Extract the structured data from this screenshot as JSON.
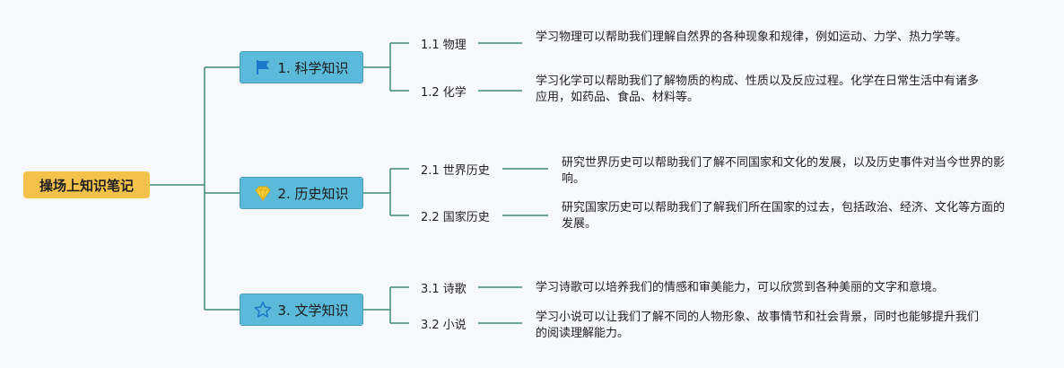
{
  "root": {
    "label": "操场上知识笔记"
  },
  "branches": [
    {
      "label": "1. 科学知识",
      "icon": "flag-icon",
      "items": [
        {
          "label": "1.1 物理",
          "desc": "学习物理可以帮助我们理解自然界的各种现象和规律，例如运动、力学、热力学等。"
        },
        {
          "label": "1.2 化学",
          "desc": "学习化学可以帮助我们了解物质的构成、性质以及反应过程。化学在日常生活中有诸多应用，如药品、食品、材料等。"
        }
      ]
    },
    {
      "label": "2. 历史知识",
      "icon": "diamond-icon",
      "items": [
        {
          "label": "2.1 世界历史",
          "desc": "研究世界历史可以帮助我们了解不同国家和文化的发展，以及历史事件对当今世界的影响。"
        },
        {
          "label": "2.2 国家历史",
          "desc": "研究国家历史可以帮助我们了解我们所在国家的过去，包括政治、经济、文化等方面的发展。"
        }
      ]
    },
    {
      "label": "3. 文学知识",
      "icon": "star-icon",
      "items": [
        {
          "label": "3.1 诗歌",
          "desc": "学习诗歌可以培养我们的情感和审美能力，可以欣赏到各种美丽的文字和意境。"
        },
        {
          "label": "3.2 小说",
          "desc": "学习小说可以让我们了解不同的人物形象、故事情节和社会背景，同时也能够提升我们的阅读理解能力。"
        }
      ]
    }
  ],
  "colors": {
    "root_fill": "#f4c24a",
    "branch_fill": "#5bbad9",
    "connector": "#3d8a78",
    "flag_icon": "#1a78c9",
    "diamond_icon": "#f4d23a",
    "star_icon": "#1a78c9"
  }
}
